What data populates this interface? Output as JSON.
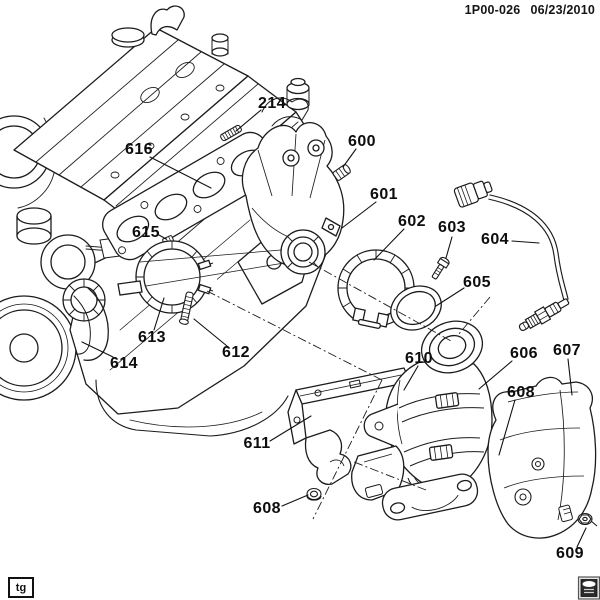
{
  "header": {
    "drawing_number": "1P00-026",
    "date": "06/23/2010"
  },
  "callouts": [
    {
      "label": "214"
    },
    {
      "label": "616"
    },
    {
      "label": "600"
    },
    {
      "label": "601"
    },
    {
      "label": "602"
    },
    {
      "label": "603"
    },
    {
      "label": "604"
    },
    {
      "label": "605"
    },
    {
      "label": "615"
    },
    {
      "label": "613"
    },
    {
      "label": "612"
    },
    {
      "label": "614"
    },
    {
      "label": "610"
    },
    {
      "label": "606"
    },
    {
      "label": "607"
    },
    {
      "label": "608"
    },
    {
      "label": "611"
    },
    {
      "label": "608"
    },
    {
      "label": "609"
    }
  ],
  "footer": {
    "tag": "tg"
  },
  "icons": {
    "bottom_right": "spec-note-icon"
  },
  "colors": {
    "ink": "#1c1c1c",
    "background": "#ffffff"
  }
}
